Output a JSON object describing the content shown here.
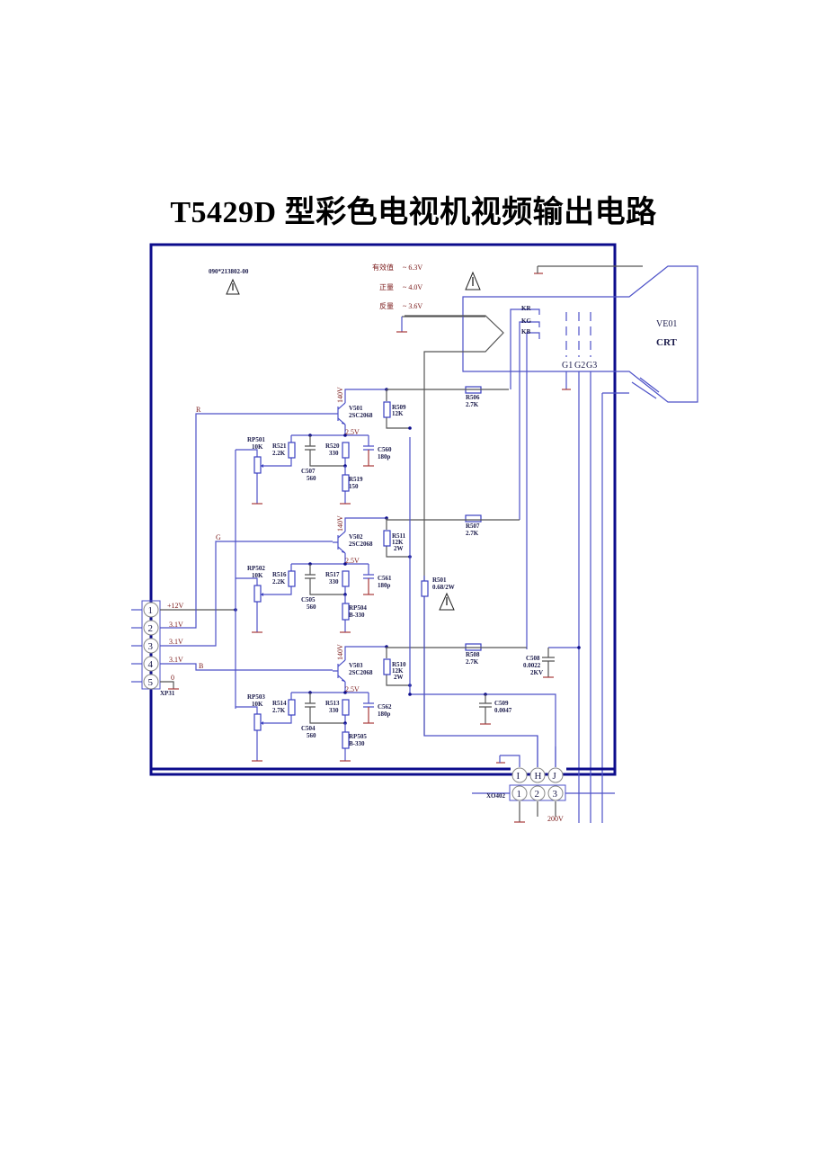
{
  "title": "T5429D 型彩色电视机视频输出电路",
  "drawing_number": "090*213802-00",
  "voltage_notes": [
    {
      "label": "有效值",
      "value": "~ 6.3V"
    },
    {
      "label": "正量",
      "value": "~ 4.0V"
    },
    {
      "label": "反量",
      "value": "~ 3.6V"
    }
  ],
  "crt": {
    "ref": "VE01",
    "name": "CRT",
    "cathodes": [
      "KR",
      "KG",
      "KB"
    ],
    "grids": [
      "G1",
      "G2",
      "G3"
    ]
  },
  "input_connector": {
    "ref": "XP31",
    "pins": [
      {
        "num": "1",
        "signal": "+12V"
      },
      {
        "num": "2",
        "signal": "3.1V"
      },
      {
        "num": "3",
        "signal": "3.1V"
      },
      {
        "num": "4",
        "signal": "3.1V"
      },
      {
        "num": "5",
        "signal": "0"
      }
    ]
  },
  "output_connector": {
    "ref": "XO402",
    "top_pins": [
      "I",
      "H",
      "J"
    ],
    "bottom_pins": [
      "1",
      "2",
      "3"
    ],
    "supply": "200V"
  },
  "channels": [
    {
      "color": "R",
      "transistor": "V501",
      "part": "2SC2068",
      "collector_v": "140V",
      "emitter_v": "2.5V",
      "pot": {
        "ref": "RP501",
        "value": "10K"
      },
      "r_base": {
        "ref": "R521",
        "value": "2.2K"
      },
      "cap_emitter": {
        "ref": "C507",
        "value": "560"
      },
      "r_emitter": {
        "ref": "R520",
        "value": "330"
      },
      "r_emitter2": {
        "ref": "R519",
        "value": "150"
      },
      "cap_bypass": {
        "ref": "C560",
        "value": "180p"
      },
      "r_load": {
        "ref": "R509",
        "value": "12K",
        "power": ""
      },
      "r_out": {
        "ref": "R506",
        "value": "2.7K"
      }
    },
    {
      "color": "G",
      "transistor": "V502",
      "part": "2SC2068",
      "collector_v": "140V",
      "emitter_v": "2.5V",
      "pot": {
        "ref": "RP502",
        "value": "10K"
      },
      "r_base": {
        "ref": "R516",
        "value": "2.2K"
      },
      "cap_emitter": {
        "ref": "C505",
        "value": "560"
      },
      "r_emitter": {
        "ref": "R517",
        "value": "330"
      },
      "r_emitter2": {
        "ref": "RP504",
        "value": "B-330"
      },
      "cap_bypass": {
        "ref": "C561",
        "value": "180p"
      },
      "r_load": {
        "ref": "R511",
        "value": "12K",
        "power": "2W"
      },
      "r_out": {
        "ref": "R507",
        "value": "2.7K"
      }
    },
    {
      "color": "B",
      "transistor": "V503",
      "part": "2SC2068",
      "collector_v": "140V",
      "emitter_v": "2.5V",
      "pot": {
        "ref": "RP503",
        "value": "10K"
      },
      "r_base": {
        "ref": "R514",
        "value": "2.7K"
      },
      "cap_emitter": {
        "ref": "C504",
        "value": "560"
      },
      "r_emitter": {
        "ref": "R513",
        "value": "330"
      },
      "r_emitter2": {
        "ref": "RP505",
        "value": "B-330"
      },
      "cap_bypass": {
        "ref": "C562",
        "value": "180p"
      },
      "r_load": {
        "ref": "R510",
        "value": "12K",
        "power": "2W"
      },
      "r_out": {
        "ref": "R508",
        "value": "2.7K"
      }
    }
  ],
  "misc": [
    {
      "ref": "R501",
      "value": "0.68/2W"
    },
    {
      "ref": "C508",
      "value": "0.0022",
      "rating": "2KV"
    },
    {
      "ref": "C509",
      "value": "0.0047"
    }
  ]
}
